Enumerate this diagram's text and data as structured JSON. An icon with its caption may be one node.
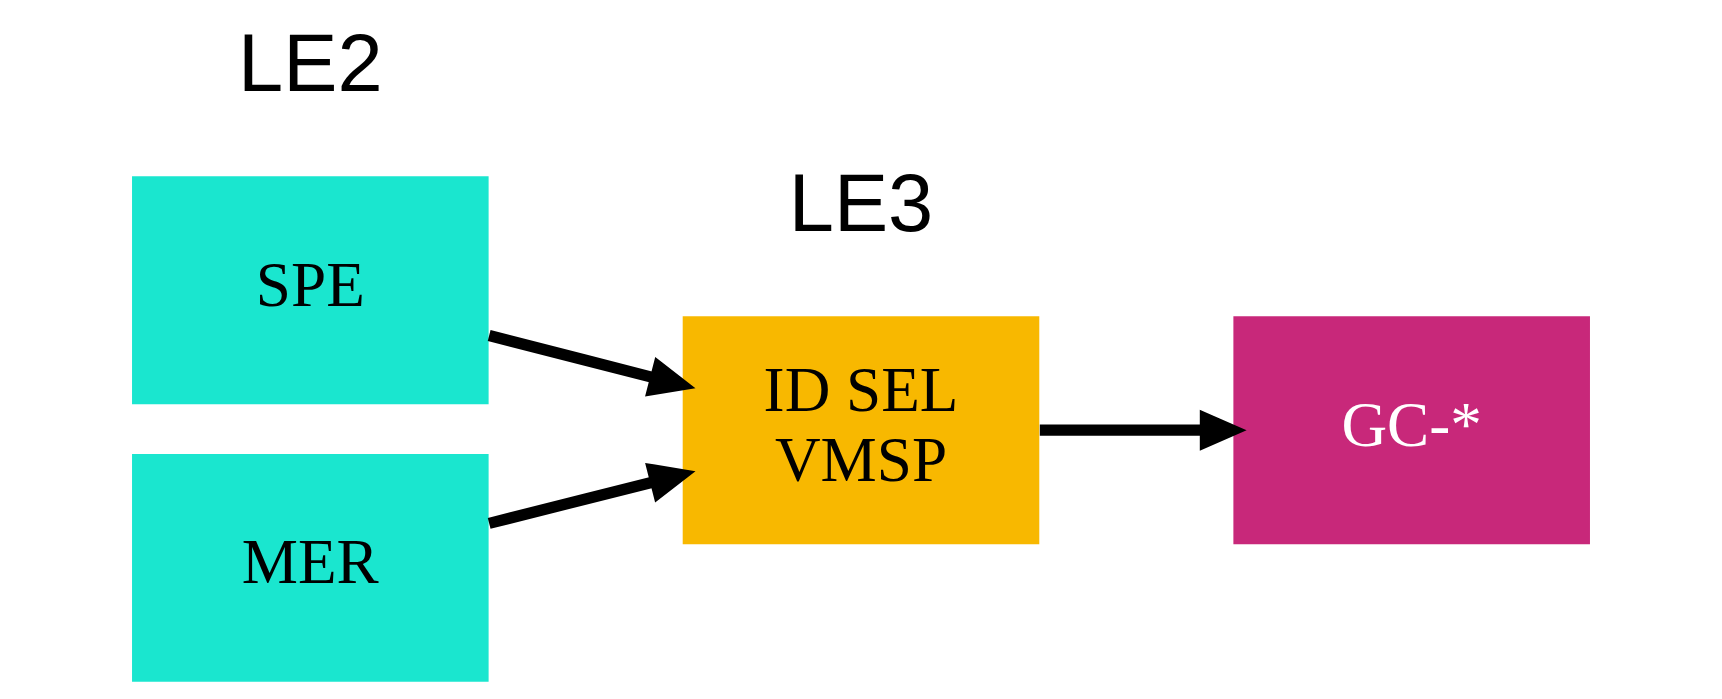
{
  "diagram": {
    "nodes": [
      {
        "text": [
          "SPE"
        ]
      },
      {
        "text": [
          "MER"
        ]
      },
      {
        "text": [
          "ID SEL VMSP"
        ]
      },
      {
        "text": [
          "GC-*"
        ]
      }
    ],
    "edges": [
      {
        "from": 0,
        "to": 2,
        "arrow": "to"
      },
      {
        "from": 1,
        "to": 2,
        "arrow": "to"
      },
      {
        "from": 2,
        "to": 3,
        "arrow": "to"
      }
    ],
    "labels": [
      "LE2",
      "LE3"
    ]
  }
}
